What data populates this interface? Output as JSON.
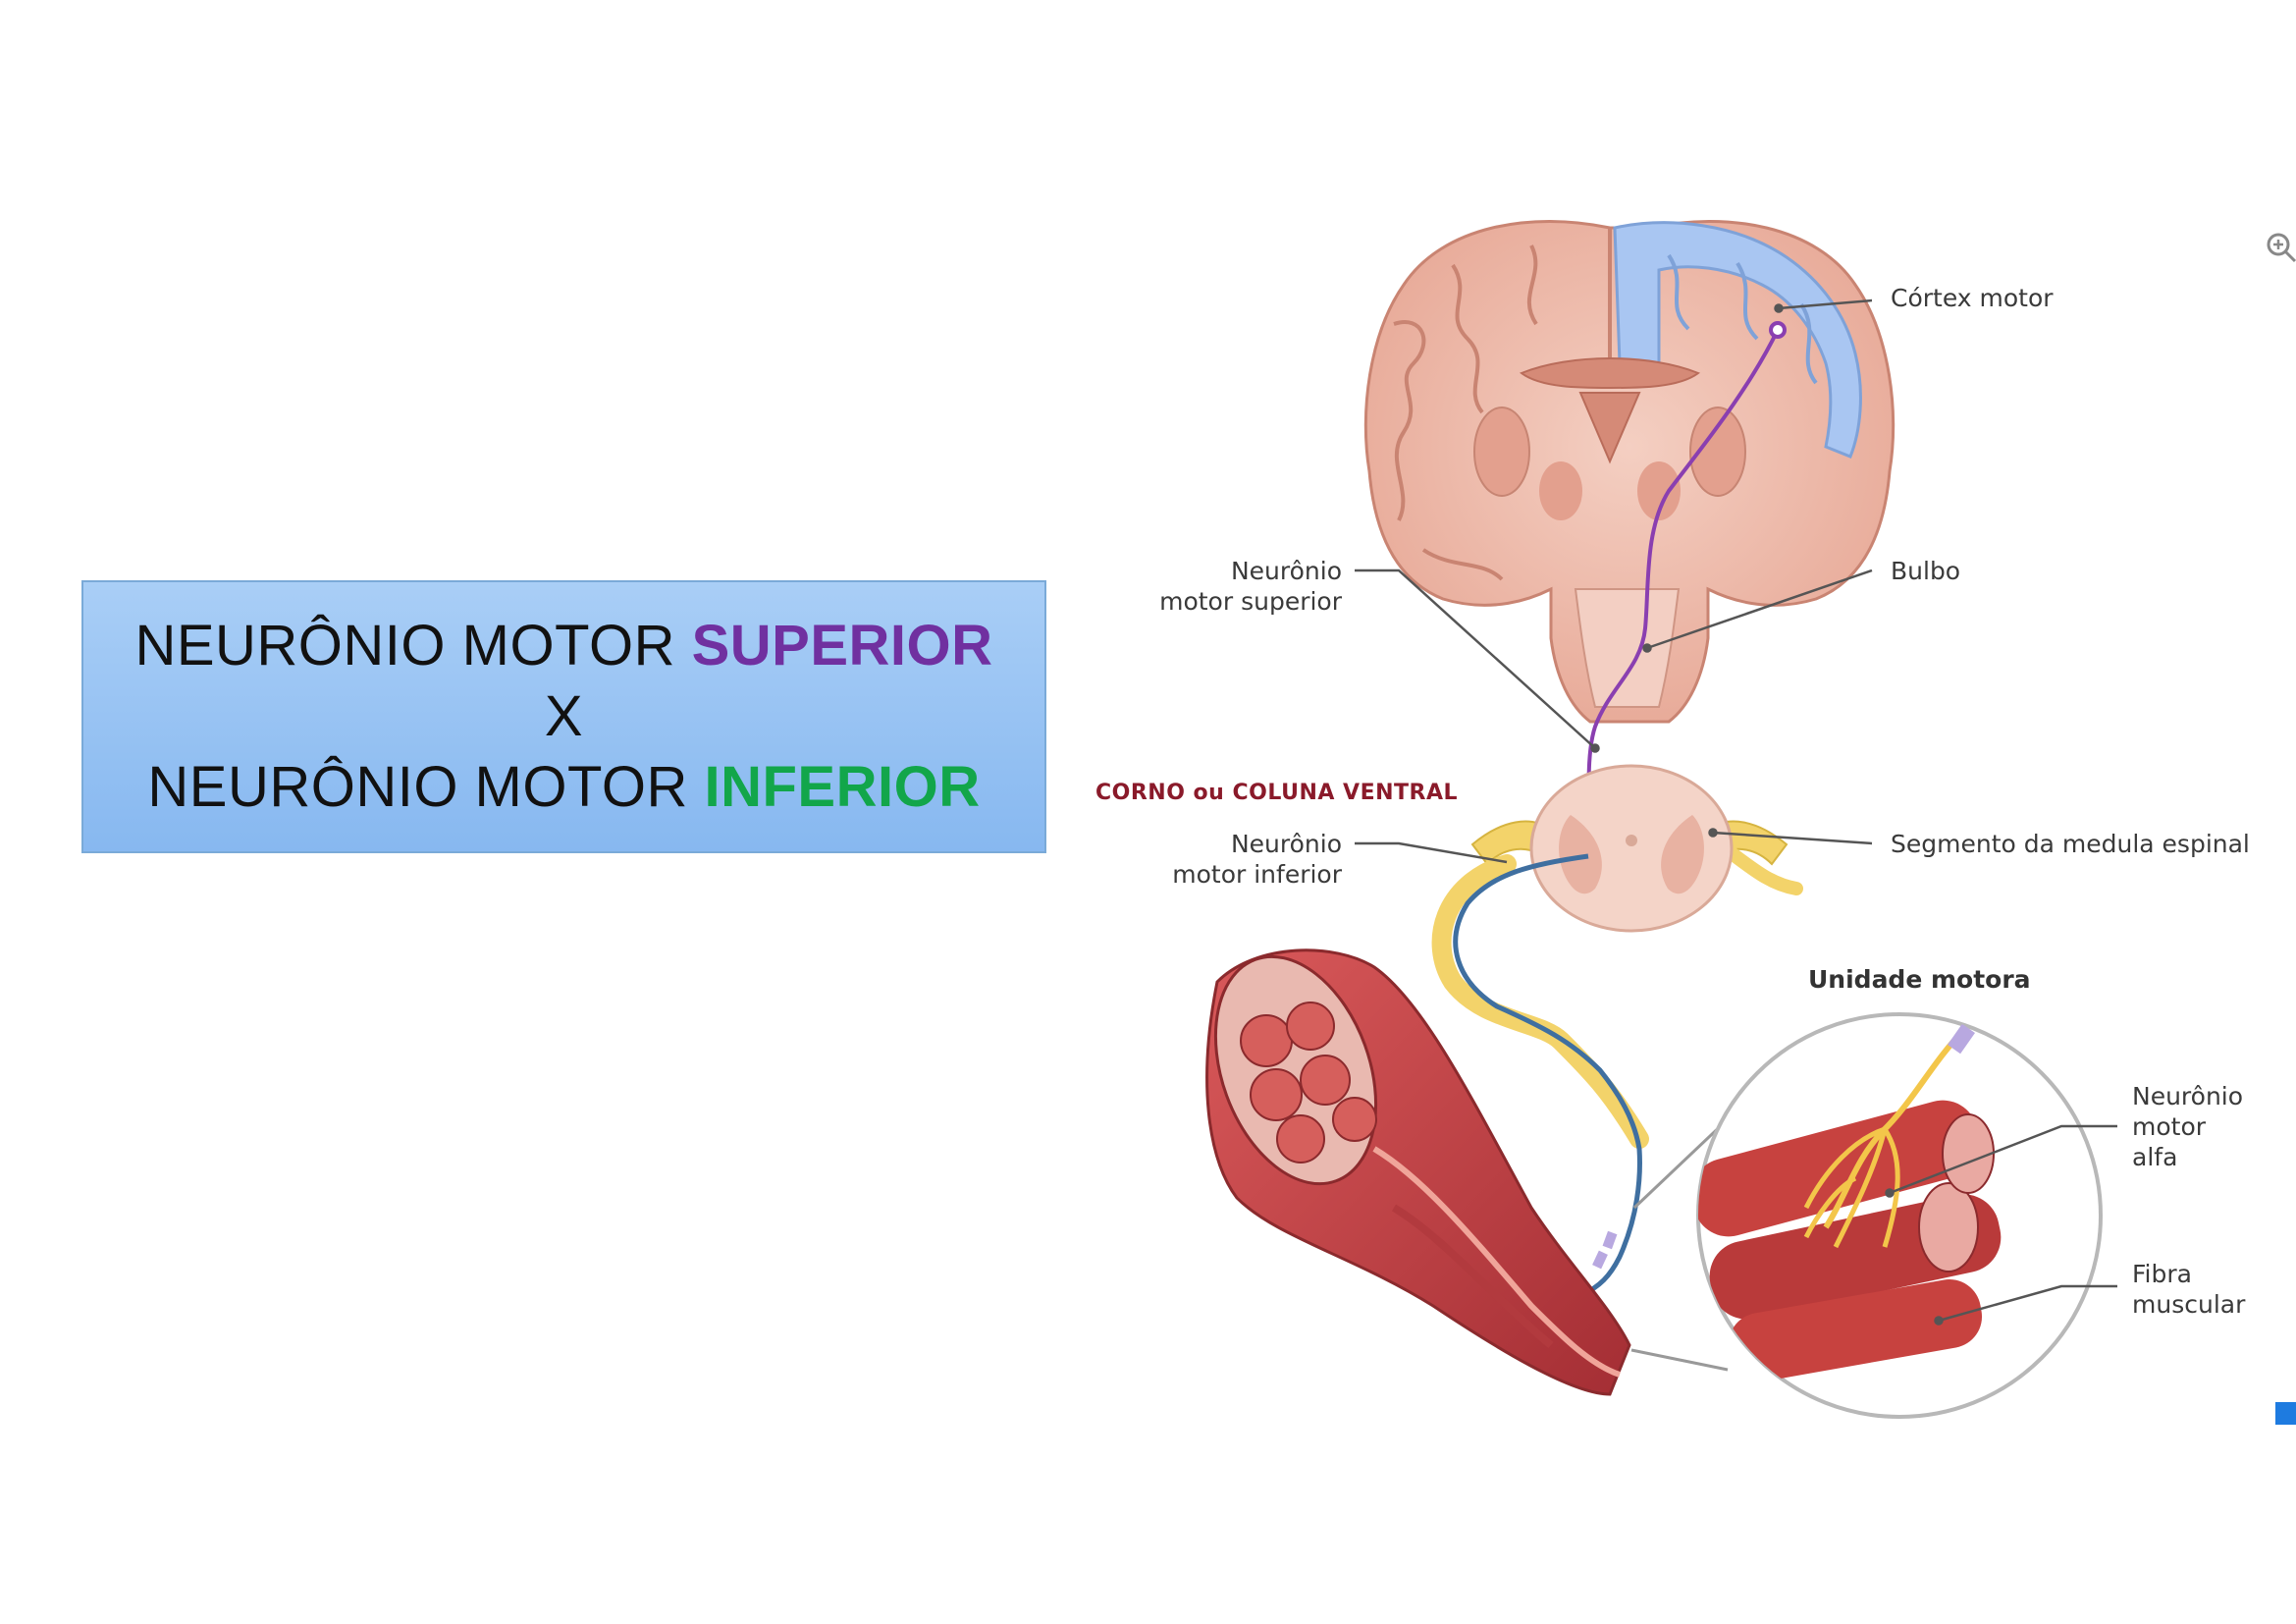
{
  "title": {
    "line1_prefix": "NEURÔNIO MOTOR ",
    "line1_highlight": "SUPERIOR",
    "line2": "X",
    "line3_prefix": "NEURÔNIO MOTOR ",
    "line3_highlight": "INFERIOR",
    "colors": {
      "superior": "#7030a0",
      "inferior": "#12a64a",
      "box": "#9dc6f4"
    }
  },
  "labels": {
    "cortex_motor": "Córtex motor",
    "bulbo": "Bulbo",
    "neuronio_superior_1": "Neurônio",
    "neuronio_superior_2": "motor superior",
    "corno": "CORNO ou COLUNA VENTRAL",
    "neuronio_inferior_1": "Neurônio",
    "neuronio_inferior_2": "motor inferior",
    "segmento": "Segmento da medula espinal",
    "unidade_motora": "Unidade motora",
    "alfa_1": "Neurônio",
    "alfa_2": "motor",
    "alfa_3": "alfa",
    "fibra_1": "Fibra",
    "fibra_2": "muscular"
  },
  "icons": {
    "zoom": "zoom-in-icon"
  }
}
